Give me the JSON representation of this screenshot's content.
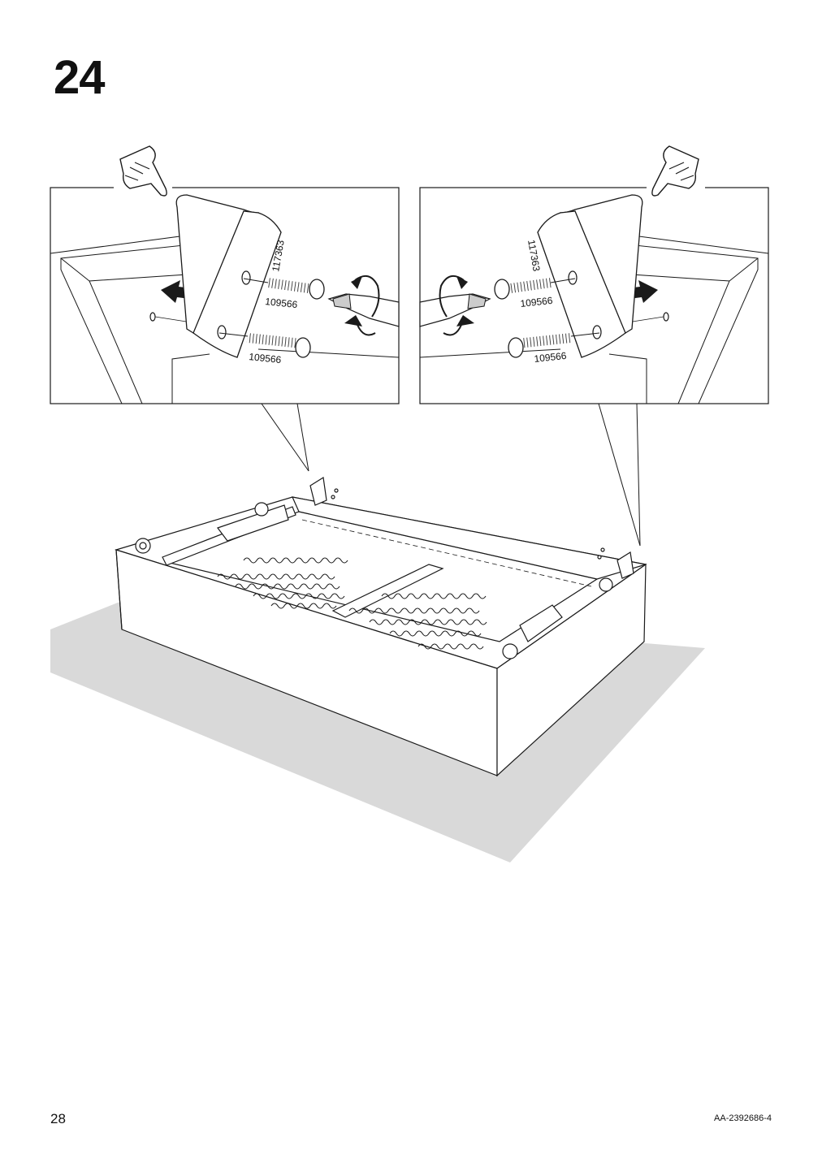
{
  "step": {
    "number": "24"
  },
  "callouts": {
    "left": {
      "screw_upper_code": "109566",
      "screw_lower_code": "109566",
      "bracket_code": "117363",
      "hand_icon": "pointing-hand-icon",
      "arrow_icon": "arrow-left-icon",
      "rotate_icon": "rotate-clockwise-icon"
    },
    "right": {
      "screw_upper_code": "109566",
      "screw_lower_code": "109566",
      "bracket_code": "117363",
      "hand_icon": "pointing-hand-icon",
      "arrow_icon": "arrow-right-icon",
      "rotate_icon": "rotate-clockwise-icon"
    }
  },
  "footer": {
    "page_number": "28",
    "doc_code": "AA-2392686-4"
  },
  "colors": {
    "line": "#1a1a1a",
    "floor": "#d9d9d9",
    "background": "#ffffff"
  }
}
